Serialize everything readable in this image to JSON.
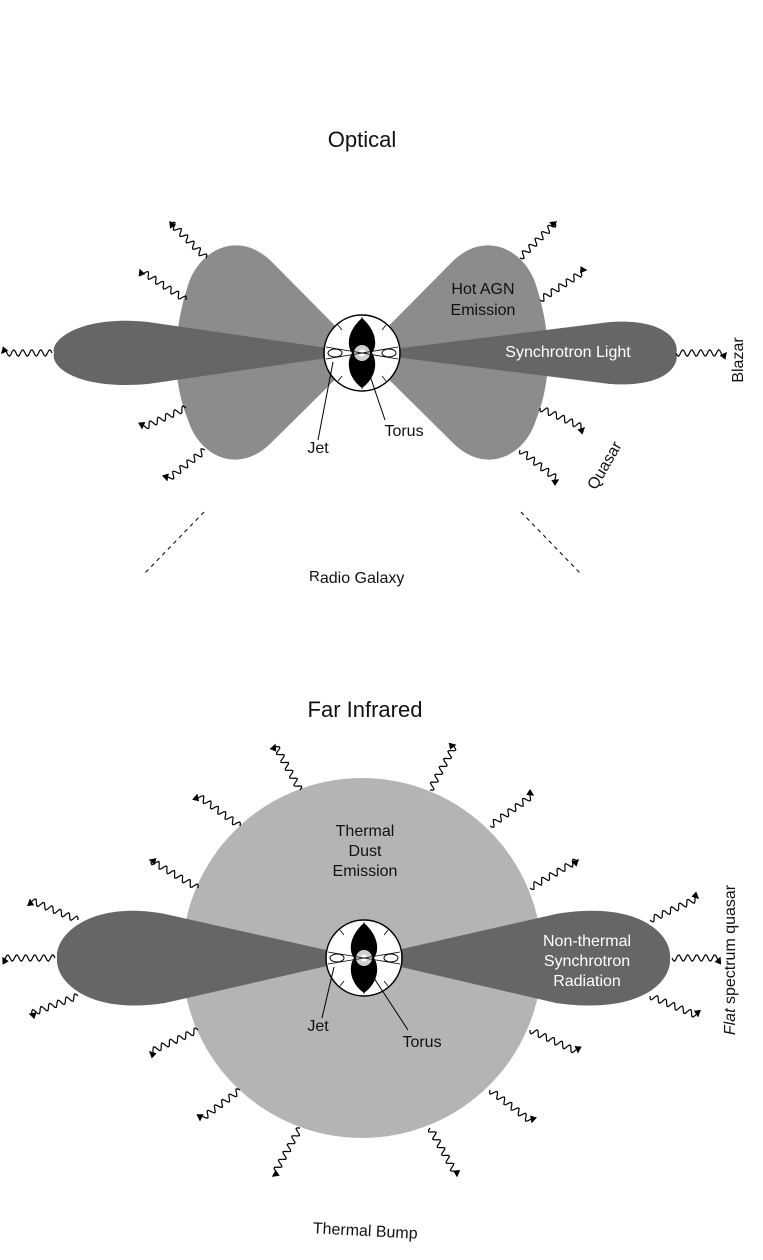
{
  "optical": {
    "title": "Optical",
    "hot_agn_line1": "Hot AGN",
    "hot_agn_line2": "Emission",
    "synchrotron": "Synchrotron Light",
    "jet": "Jet",
    "torus": "Torus",
    "blazar": "Blazar",
    "quasar": "Quasar",
    "radio_galaxy_r": "R",
    "radio_galaxy_rest": "adio Galaxy"
  },
  "far_infrared": {
    "title": "Far Infrared",
    "thermal_line1": "Thermal",
    "thermal_line2": "Dust",
    "thermal_line3": "Emission",
    "nonthermal_line1": "Non-thermal",
    "nonthermal_line2": "Synchrotron",
    "nonthermal_line3": "Radiation",
    "jet": "Jet",
    "torus": "Torus",
    "flat_spectrum_italic": "Flat",
    "flat_spectrum_rest": " spectrum quasar",
    "thermal_bump": "Thermal Bump"
  },
  "colors": {
    "cone_gray": "#8c8c8c",
    "jet_gray": "#666666",
    "dust_gray": "#b4b4b4",
    "torus_black": "#000000"
  }
}
